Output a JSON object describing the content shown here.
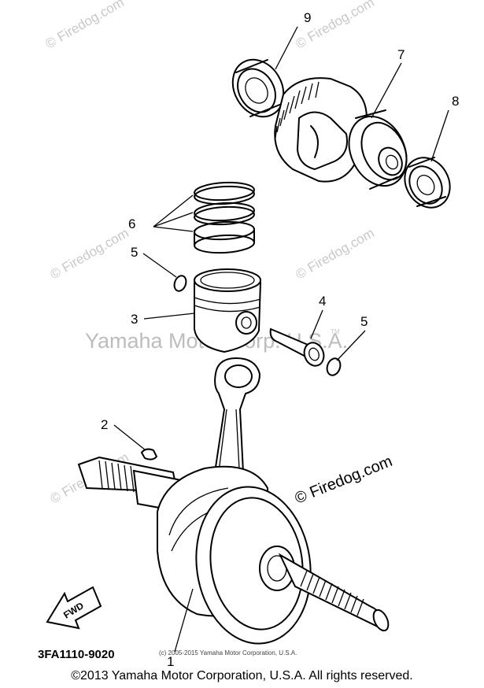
{
  "callouts": {
    "c9": "9",
    "c7": "7",
    "c8": "8",
    "c6": "6",
    "c5a": "5",
    "c3": "3",
    "c4": "4",
    "c5b": "5",
    "c2": "2",
    "c1": "1"
  },
  "watermarks": {
    "firedog": "© Firedog.com",
    "firedog_large": "© Firedog.com",
    "yamaha": "Yamaha Motor Corp. U.S.A.",
    "tm": "TM"
  },
  "fwd_label": "FWD",
  "part_code": "3FA1110-9020",
  "small_copyright": "(c) 2005-2015 Yamaha Motor Corporation, U.S.A.",
  "copyright": "©2013 Yamaha Motor Corporation, U.S.A. All rights reserved."
}
